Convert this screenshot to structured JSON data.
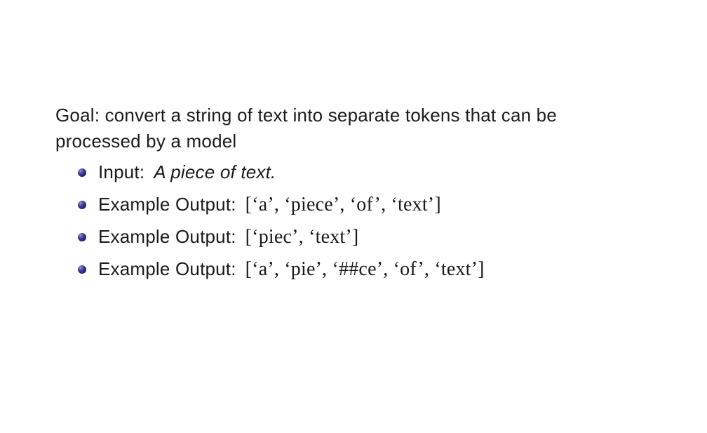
{
  "slide": {
    "title_lines": [
      "Goal: convert a string of text into separate tokens that can be",
      "processed by a model"
    ],
    "bullets": [
      {
        "label": "Input:",
        "content": "A piece of text."
      },
      {
        "label": "Example Output:",
        "content": "[‘a’, ‘piece’, ‘of’, ‘text’]"
      },
      {
        "label": "Example Output:",
        "content": "[‘piec’, ‘text’]"
      },
      {
        "label": "Example Output:",
        "content": "[‘a’, ‘pie’, ‘##ce’, ‘of’, ‘text’]"
      }
    ],
    "colors": {
      "background": "#ffffff",
      "text": "#1a1a1a",
      "bullet_ball": "#26267c"
    }
  }
}
